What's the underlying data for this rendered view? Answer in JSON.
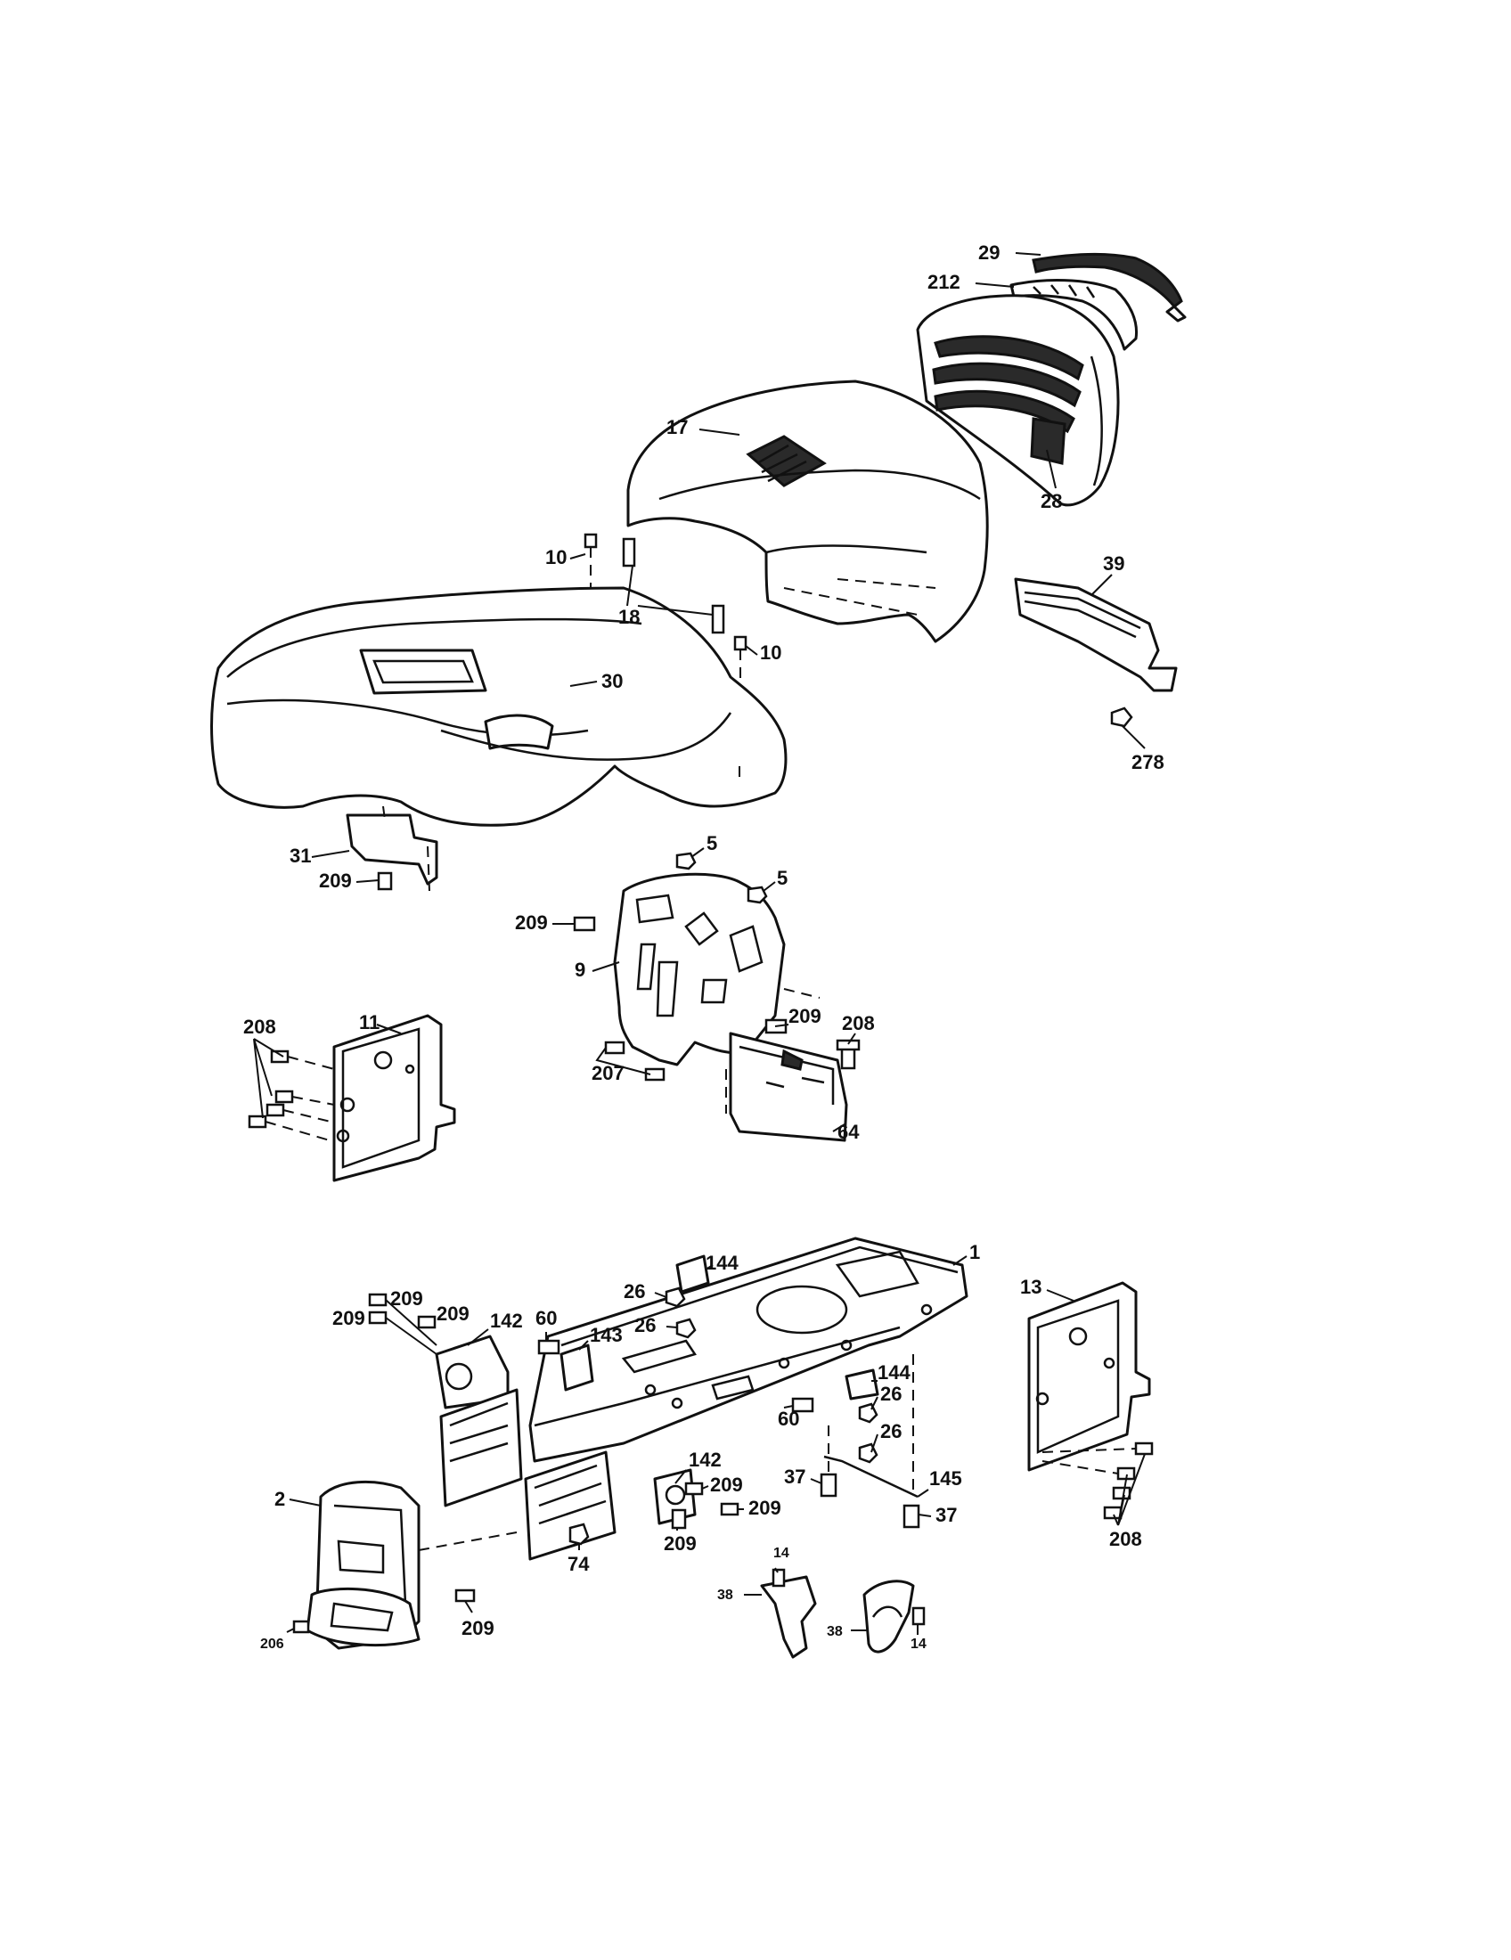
{
  "callouts": {
    "c29": "29",
    "c212": "212",
    "c17": "17",
    "c28": "28",
    "c10a": "10",
    "c10b": "10",
    "c18": "18",
    "c30": "30",
    "c39": "39",
    "c278": "278",
    "c31": "31",
    "c209a": "209",
    "c5a": "5",
    "c5b": "5",
    "c209b": "209",
    "c9": "9",
    "c209c": "209",
    "c208a": "208",
    "c207": "207",
    "c64": "64",
    "c208b": "208",
    "c11": "11",
    "c144a": "144",
    "c26a": "26",
    "c26b": "26",
    "c1": "1",
    "c13": "13",
    "c209d": "209",
    "c209e": "209",
    "c209f": "209",
    "c142a": "142",
    "c60a": "60",
    "c143": "143",
    "c144b": "144",
    "c26c": "26",
    "c60b": "60",
    "c26d": "26",
    "c37a": "37",
    "c145": "145",
    "c37b": "37",
    "c142b": "142",
    "c209g": "209",
    "c209h": "209",
    "c209i": "209",
    "c2": "2",
    "c74": "74",
    "c208c": "208",
    "c14a": "14",
    "c38a": "38",
    "c38b": "38",
    "c14b": "14",
    "c206": "206",
    "c209j": "209"
  }
}
